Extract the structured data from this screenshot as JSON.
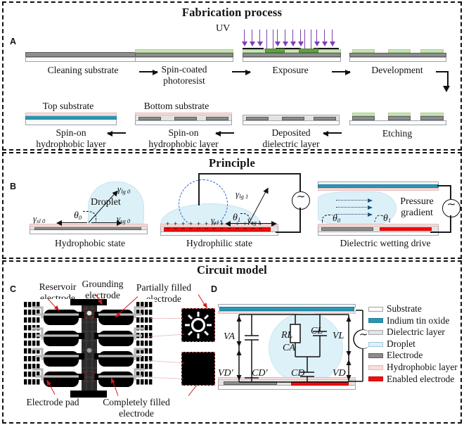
{
  "sections": {
    "a": {
      "title": "Fabrication process",
      "letter": "A"
    },
    "b": {
      "title": "Principle",
      "letter": "B"
    },
    "c": {
      "title": "Circuit model",
      "letter": "C",
      "letter_d": "D"
    }
  },
  "fabrication": {
    "uv_label": "UV",
    "steps_row1": [
      {
        "caption": "Cleaning substrate"
      },
      {
        "caption": "Spin-coated\nphotoresist",
        "line1": "Spin-coated",
        "line2": "photoresist"
      },
      {
        "caption": "Exposure"
      },
      {
        "caption": "Development"
      }
    ],
    "steps_row2": [
      {
        "label_top": "Top substrate",
        "line1": "Spin-on",
        "line2": "hydrophobic layer"
      },
      {
        "label_top": "Bottom substrate",
        "line1": "Spin-on",
        "line2": "hydrophobic layer"
      },
      {
        "line1": "Deposited",
        "line2": "dielectric layer"
      },
      {
        "line1": "Etching",
        "line2": ""
      }
    ]
  },
  "principle": {
    "items": [
      {
        "caption": "Hydrophobic state",
        "droplet_label": "Droplet",
        "gamma_lg": "lg 0",
        "gamma_sl": "sl 0",
        "gamma_sg": "sg 0",
        "theta": "0"
      },
      {
        "caption": "Hydrophilic state",
        "gamma_lg": "lg 1",
        "gamma_sl": "sl 1",
        "gamma_sg": "sg 1",
        "theta": "1"
      },
      {
        "caption": "Dielectric wetting drive",
        "pressure_l1": "Pressure",
        "pressure_l2": "gradient",
        "theta_a": "0",
        "theta_b": "1"
      }
    ],
    "gamma_glyph": "γ",
    "theta_glyph": "θ",
    "ac_glyph": "∼"
  },
  "chip": {
    "labels": {
      "reservoir_l1": "Reservoir",
      "reservoir_l2": "electrode",
      "grounding_l1": "Grounding",
      "grounding_l2": "electrode",
      "partially_l1": "Partially filled",
      "partially_l2": "electrode",
      "pad": "Electrode pad",
      "completely_l1": "Completely filled",
      "completely_l2": "electrode"
    }
  },
  "circuit": {
    "components": {
      "va": "VA",
      "vd_prime": "VD'",
      "cd_prime": "CD'",
      "ca": "CA",
      "rl": "RL",
      "cl": "CL",
      "cd": "CD",
      "vl": "VL",
      "vd": "VD"
    },
    "ac_glyph": "∼"
  },
  "legend": {
    "items": [
      {
        "label": "Substrate",
        "color": "#fbfbfb",
        "border": "#9aa3ad"
      },
      {
        "label": "Indium tin oxide",
        "color": "#2b96b4",
        "border": "#1d7e99"
      },
      {
        "label": "Dielectric layer",
        "color": "#e3e3e3",
        "border": "#a8a8a8"
      },
      {
        "label": "Droplet",
        "color": "#dcf0f8",
        "border": "#9ec9dc"
      },
      {
        "label": "Electrode",
        "color": "#8d8d8d",
        "border": "#5d5d5d"
      },
      {
        "label": "Hydrophobic layer",
        "color": "#f7dedc",
        "border": "#e0b9b6"
      },
      {
        "label": "Enabled electrode",
        "color": "#f40b0b",
        "border": "#c40000"
      }
    ]
  }
}
